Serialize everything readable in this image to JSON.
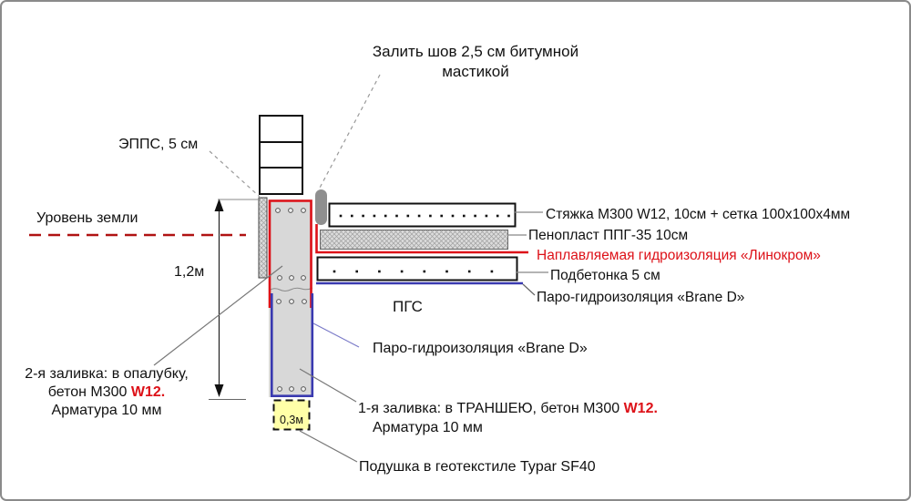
{
  "annotations": {
    "seam": "Залить шов 2,5 см битумной мастикой",
    "eps": "ЭППС, 5 см",
    "ground_level": "Уровень земли",
    "dim_height": "1,2м",
    "screed": "Стяжка М300 W12, 10см + сетка 100х100х4мм",
    "foam": "Пенопласт ППГ-35 10см",
    "weld_waterproofing": "Наплавляемая гидроизоляция «Линокром»",
    "subconcrete": "Подбетонка 5 см",
    "vapor_floor": "Паро-гидроизоляция «Brane D»",
    "pgs": "ПГС",
    "vapor_column": "Паро-гидроизоляция «Brane D»",
    "pour2_line1": "2-я заливка: в опалубку,",
    "pour2_line2_prefix": "бетон М300 ",
    "pour2_w12": "W12.",
    "pour2_line3": "Арматура 10 мм",
    "pour1_prefix": "1-я заливка: в ТРАНШЕЮ, бетон М300 ",
    "pour1_w12": "W12.",
    "pour1_line2": "Арматура 10 мм",
    "dim_width": "0,3м",
    "cushion": "Подушка в геотекстиле Typar SF40"
  },
  "colors": {
    "outline_red": "#dd1118",
    "ground_red": "#b01212",
    "membrane_blue": "#3a3ab0",
    "pad_yellow": "#ffffa8",
    "concrete_gray": "#d8d8d8",
    "mastic_gray": "#8f8f8f"
  }
}
